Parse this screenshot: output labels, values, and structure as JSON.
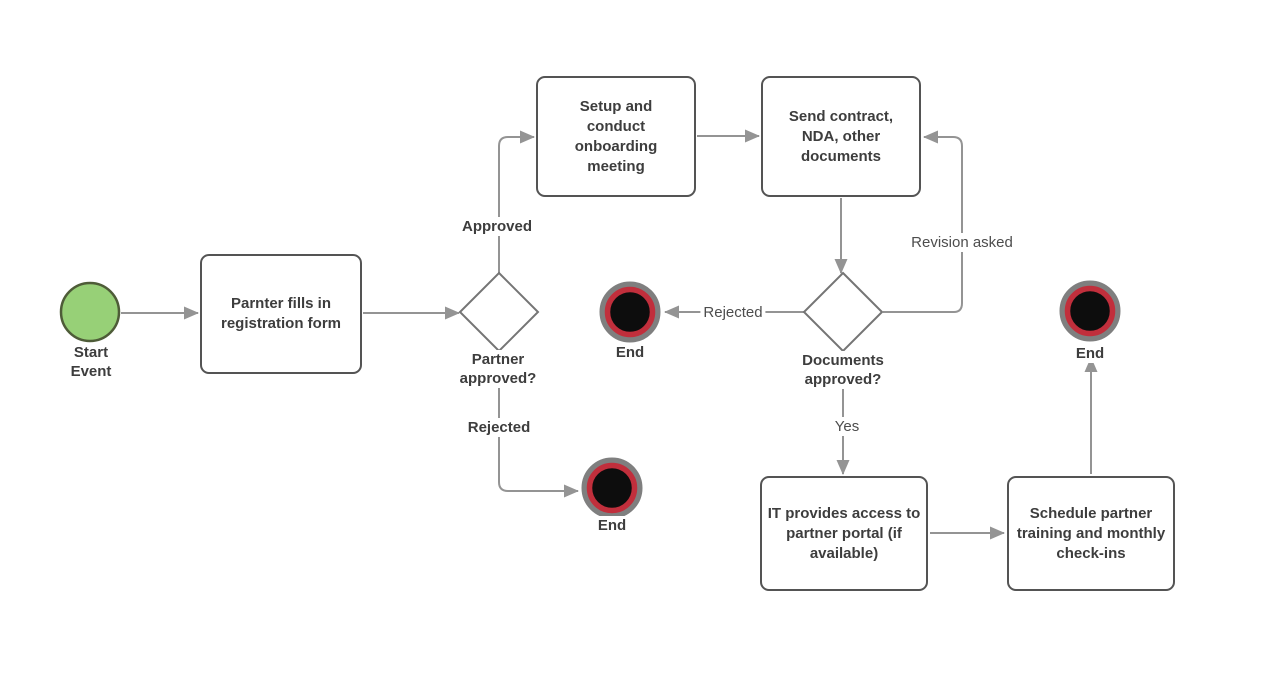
{
  "diagram": {
    "type": "flowchart",
    "background": "#ffffff",
    "colors": {
      "edge": "#949494",
      "task_border": "#545454",
      "decision_border": "#757575",
      "text": "#3d3d3d",
      "edge_label_text": "#4d4d4d",
      "start_event_fill": "#97d077",
      "start_event_border": "#4e5c38",
      "end_event_outer_ring": "#7f7f7f",
      "end_event_red_ring": "#c12f3c",
      "end_event_core": "#0d0d0d"
    },
    "nodes": {
      "start_event": {
        "type": "start-event",
        "label": "Start Event"
      },
      "registration": {
        "type": "task",
        "label": "Parnter fills in registration form"
      },
      "partner_approved": {
        "type": "decision",
        "label": "Partner approved?"
      },
      "setup_meeting": {
        "type": "task",
        "label": "Setup and conduct onboarding meeting"
      },
      "send_contract": {
        "type": "task",
        "label": "Send contract, NDA, other documents"
      },
      "documents_approved": {
        "type": "decision",
        "label": "Documents approved?"
      },
      "it_access": {
        "type": "task",
        "label": "IT provides access to partner portal (if available)"
      },
      "schedule_training": {
        "type": "task",
        "label": "Schedule partner training and monthly check-ins"
      },
      "end_docs_rejected": {
        "type": "end-event",
        "label": "End"
      },
      "end_partner_rejected": {
        "type": "end-event",
        "label": "End"
      },
      "end_complete": {
        "type": "end-event",
        "label": "End"
      }
    },
    "edges": {
      "start_to_registration": {
        "from": "start_event",
        "to": "registration",
        "label": ""
      },
      "registration_to_decision": {
        "from": "registration",
        "to": "partner_approved",
        "label": ""
      },
      "approved": {
        "from": "partner_approved",
        "to": "setup_meeting",
        "label": "Approved"
      },
      "rejected_partner": {
        "from": "partner_approved",
        "to": "end_partner_rejected",
        "label": "Rejected"
      },
      "setup_to_send": {
        "from": "setup_meeting",
        "to": "send_contract",
        "label": ""
      },
      "send_to_decision": {
        "from": "send_contract",
        "to": "documents_approved",
        "label": ""
      },
      "rejected_docs": {
        "from": "documents_approved",
        "to": "end_docs_rejected",
        "label": "Rejected"
      },
      "revision_asked": {
        "from": "documents_approved",
        "to": "send_contract",
        "label": "Revision asked"
      },
      "yes": {
        "from": "documents_approved",
        "to": "it_access",
        "label": "Yes"
      },
      "it_to_schedule": {
        "from": "it_access",
        "to": "schedule_training",
        "label": ""
      },
      "schedule_to_end": {
        "from": "schedule_training",
        "to": "end_complete",
        "label": ""
      }
    }
  }
}
